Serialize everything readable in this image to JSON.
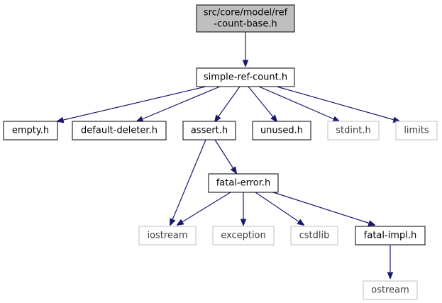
{
  "graph": {
    "root": {
      "lines": [
        "src/core/model/ref",
        "-count-base.h"
      ],
      "fill": "#bfbfbf",
      "border": "#000000"
    },
    "simple_ref_count": {
      "label": "simple-ref-count.h"
    },
    "empty": {
      "label": "empty.h"
    },
    "default_deleter": {
      "label": "default-deleter.h"
    },
    "assert": {
      "label": "assert.h"
    },
    "unused": {
      "label": "unused.h"
    },
    "stdint": {
      "label": "stdint.h"
    },
    "limits": {
      "label": "limits"
    },
    "fatal_error": {
      "label": "fatal-error.h"
    },
    "iostream": {
      "label": "iostream"
    },
    "exception": {
      "label": "exception"
    },
    "cstdlib": {
      "label": "cstdlib"
    },
    "fatal_impl": {
      "label": "fatal-impl.h"
    },
    "ostream": {
      "label": "ostream"
    }
  },
  "colors": {
    "edge": "#191970",
    "documented_border": "#000000",
    "external_border": "#bfbfbf",
    "external_text": "#3f3f3f"
  }
}
